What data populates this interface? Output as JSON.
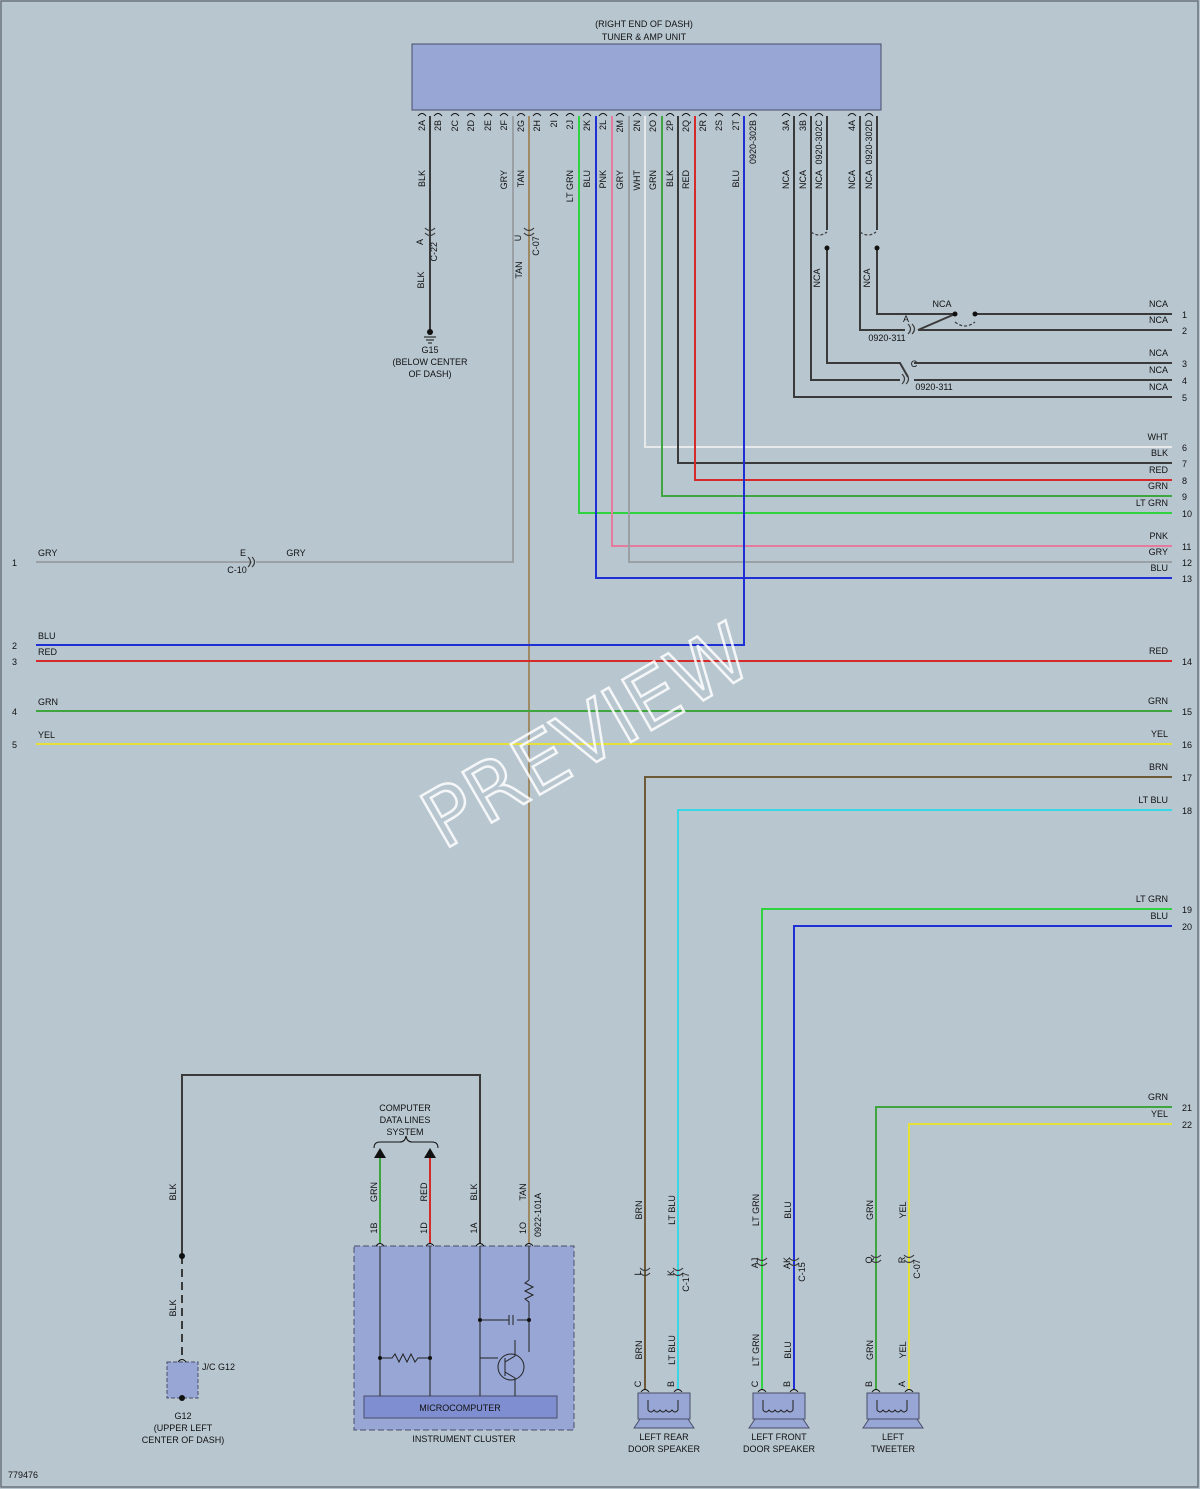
{
  "watermark": "PREVIEW",
  "figure_id": "779476",
  "tuner": {
    "title1": "(RIGHT END OF DASH)",
    "title2": "TUNER & AMP UNIT",
    "pins": [
      {
        "pin": "2A",
        "color": "BLK"
      },
      {
        "pin": "2B",
        "color": ""
      },
      {
        "pin": "2C",
        "color": ""
      },
      {
        "pin": "2D",
        "color": ""
      },
      {
        "pin": "2E",
        "color": ""
      },
      {
        "pin": "2F",
        "color": "GRY"
      },
      {
        "pin": "2G",
        "color": "TAN"
      },
      {
        "pin": "2H",
        "color": ""
      },
      {
        "pin": "2I",
        "color": ""
      },
      {
        "pin": "2J",
        "color": "LT GRN"
      },
      {
        "pin": "2K",
        "color": "BLU"
      },
      {
        "pin": "2L",
        "color": "PNK"
      },
      {
        "pin": "2M",
        "color": "GRY"
      },
      {
        "pin": "2N",
        "color": "WHT"
      },
      {
        "pin": "2O",
        "color": "GRN"
      },
      {
        "pin": "2P",
        "color": "BLK"
      },
      {
        "pin": "2Q",
        "color": "RED"
      },
      {
        "pin": "2R",
        "color": ""
      },
      {
        "pin": "2S",
        "color": ""
      },
      {
        "pin": "2T",
        "color": "BLU"
      },
      {
        "pin": "0920-302B",
        "color": ""
      },
      {
        "pin": "3A",
        "color": "NCA"
      },
      {
        "pin": "3B",
        "color": "NCA"
      },
      {
        "pin": "0920-302C",
        "color": "NCA"
      },
      {
        "pin": "4A",
        "color": "NCA"
      },
      {
        "pin": "0920-302D",
        "color": "NCA"
      }
    ]
  },
  "ground_g15": {
    "connector": "C-22",
    "pin": "A",
    "wire": "BLK",
    "name": "G15",
    "loc1": "(BELOW CENTER",
    "loc2": "OF DASH)"
  },
  "c07_top": {
    "connector": "C-07",
    "pin": "U",
    "wire": "TAN"
  },
  "c10": {
    "connector": "C-10",
    "pin": "E"
  },
  "nca_block": {
    "conn_a": {
      "name": "0920-311",
      "pin": "A"
    },
    "conn_c": {
      "name": "0920-311",
      "pin": "C"
    },
    "nca_label": "NCA"
  },
  "left_lines": [
    {
      "num": "1",
      "color": "GRY",
      "right": "GRY"
    },
    {
      "num": "2",
      "color": "BLU"
    },
    {
      "num": "3",
      "color": "RED"
    },
    {
      "num": "4",
      "color": "GRN"
    },
    {
      "num": "5",
      "color": "YEL"
    }
  ],
  "right_lines": [
    {
      "num": "1",
      "color": "NCA"
    },
    {
      "num": "2",
      "color": "NCA"
    },
    {
      "num": "3",
      "color": "NCA"
    },
    {
      "num": "4",
      "color": "NCA"
    },
    {
      "num": "5",
      "color": "NCA"
    },
    {
      "num": "6",
      "color": "WHT"
    },
    {
      "num": "7",
      "color": "BLK"
    },
    {
      "num": "8",
      "color": "RED"
    },
    {
      "num": "9",
      "color": "GRN"
    },
    {
      "num": "10",
      "color": "LT GRN"
    },
    {
      "num": "11",
      "color": "PNK"
    },
    {
      "num": "12",
      "color": "GRY"
    },
    {
      "num": "13",
      "color": "BLU"
    },
    {
      "num": "14",
      "color": "RED"
    },
    {
      "num": "15",
      "color": "GRN"
    },
    {
      "num": "16",
      "color": "YEL"
    },
    {
      "num": "17",
      "color": "BRN"
    },
    {
      "num": "18",
      "color": "LT BLU"
    },
    {
      "num": "19",
      "color": "LT GRN"
    },
    {
      "num": "20",
      "color": "BLU"
    },
    {
      "num": "21",
      "color": "GRN"
    },
    {
      "num": "22",
      "color": "YEL"
    }
  ],
  "cluster": {
    "cdl1": "COMPUTER",
    "cdl2": "DATA LINES",
    "cdl3": "SYSTEM",
    "wires": [
      {
        "pin": "1B",
        "color": "GRN"
      },
      {
        "pin": "1D",
        "color": "RED"
      },
      {
        "pin": "1A",
        "color": "BLK"
      },
      {
        "pin": "1O",
        "color": "TAN"
      }
    ],
    "conn": "0922-101A",
    "micro": "MICROCOMPUTER",
    "name": "INSTRUMENT CLUSTER"
  },
  "g12": {
    "wire": "BLK",
    "jc": "J/C G12",
    "name": "G12",
    "loc1": "(UPPER LEFT",
    "loc2": "CENTER OF DASH)"
  },
  "speakers": [
    {
      "n1": "LEFT REAR",
      "n2": "DOOR SPEAKER",
      "conn": "C-17",
      "w1": "BRN",
      "w2": "LT BLU",
      "c1": "L",
      "c2": "K",
      "p1": "C",
      "p2": "B"
    },
    {
      "n1": "LEFT FRONT",
      "n2": "DOOR SPEAKER",
      "conn": "C-15",
      "w1": "LT GRN",
      "w2": "BLU",
      "c1": "AJ",
      "c2": "AK",
      "p1": "C",
      "p2": "B"
    },
    {
      "n1": "LEFT",
      "n2": "TWEETER",
      "conn": "C-07",
      "w1": "GRN",
      "w2": "YEL",
      "c1": "Q",
      "c2": "R",
      "p1": "B",
      "p2": "A"
    }
  ],
  "colors": {
    "background": "#b8c6d0",
    "component": "#97a6d4",
    "micro": "#7f8ed0",
    "BLK": "#3a3a3a",
    "GRY": "#9aa0a4",
    "WHT": "#e6e8ea",
    "RED": "#d42a2a",
    "GRN": "#3fa63f",
    "LT GRN": "#2fd23f",
    "BLU": "#1f2fd6",
    "LT BLU": "#39d6e6",
    "PNK": "#e57a9c",
    "YEL": "#e6e03a",
    "TAN": "#a08a66",
    "BRN": "#6e5a38"
  }
}
